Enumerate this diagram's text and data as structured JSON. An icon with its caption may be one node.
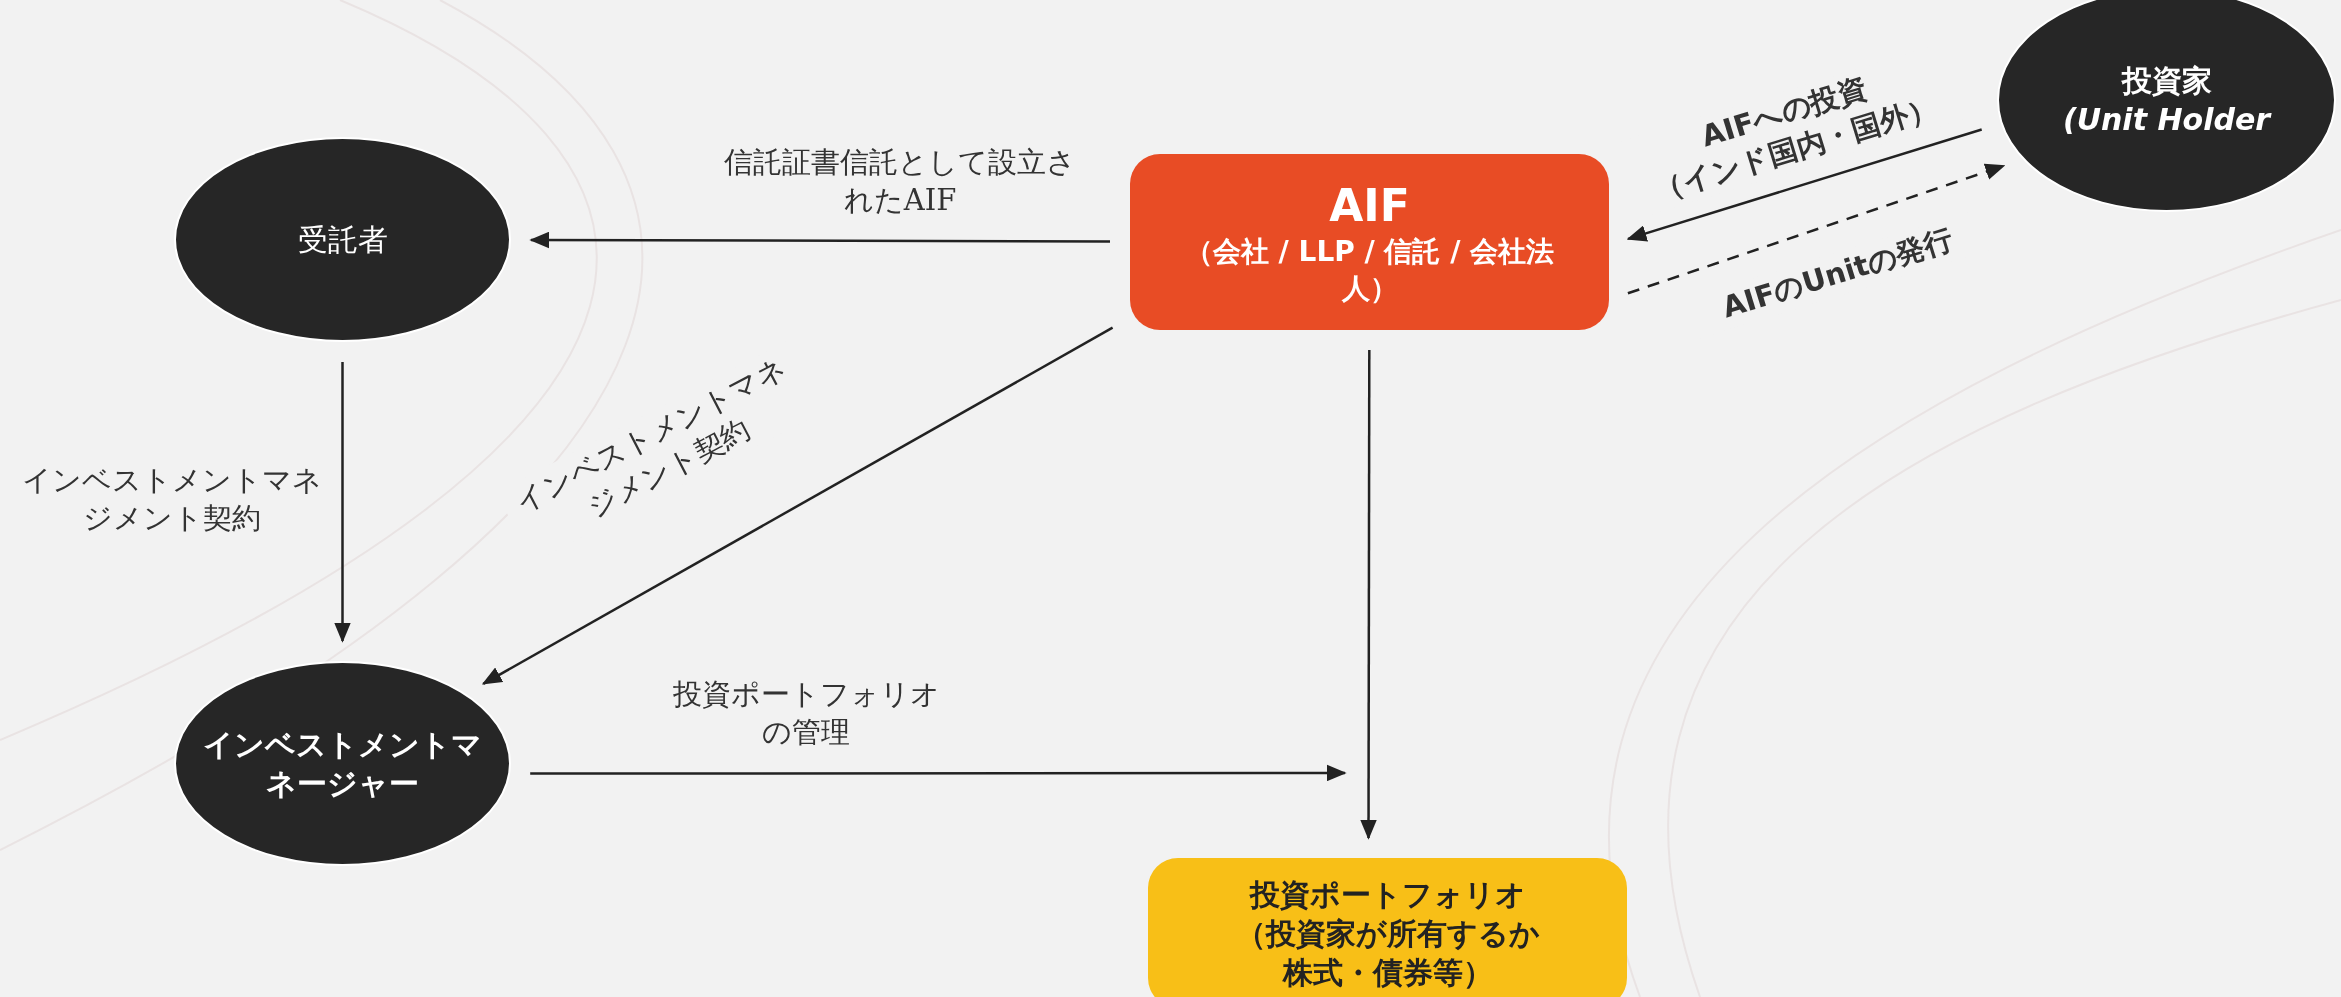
{
  "diagram": {
    "nodes": [
      {
        "text": [
          "受託者"
        ]
      },
      {
        "text": [
          "AIF",
          "（会社 / LLP / 信託 / 会社法人）"
        ]
      },
      {
        "text": [
          "投資家",
          "(Unit Holder"
        ]
      },
      {
        "text": [
          "インベストメントマネージャー"
        ]
      },
      {
        "text": [
          "投資ポートフォリオ",
          "（投資家が所有するか株式・債券等）"
        ]
      }
    ],
    "edges": [
      {
        "from": 1,
        "to": 0,
        "arrow": "to",
        "label": "信託証書信託として設立されたAIF"
      },
      {
        "from": 0,
        "to": 3,
        "arrow": "to",
        "label": "インベストメントマネジメント契約"
      },
      {
        "from": 1,
        "to": 3,
        "arrow": "to",
        "label": "インベストメントマネジメント契約"
      },
      {
        "from": 3,
        "to": null,
        "arrow": "to",
        "label": "投資ポートフォリオの管理"
      },
      {
        "from": 1,
        "to": 4,
        "arrow": "to"
      },
      {
        "from": 2,
        "to": 1,
        "arrow": "to",
        "label": "AIFへの投資（インド国内・国外）"
      },
      {
        "from": 1,
        "to": 2,
        "arrow": "to",
        "style": "dashed",
        "label": "AIFのUnitの発行"
      }
    ]
  }
}
